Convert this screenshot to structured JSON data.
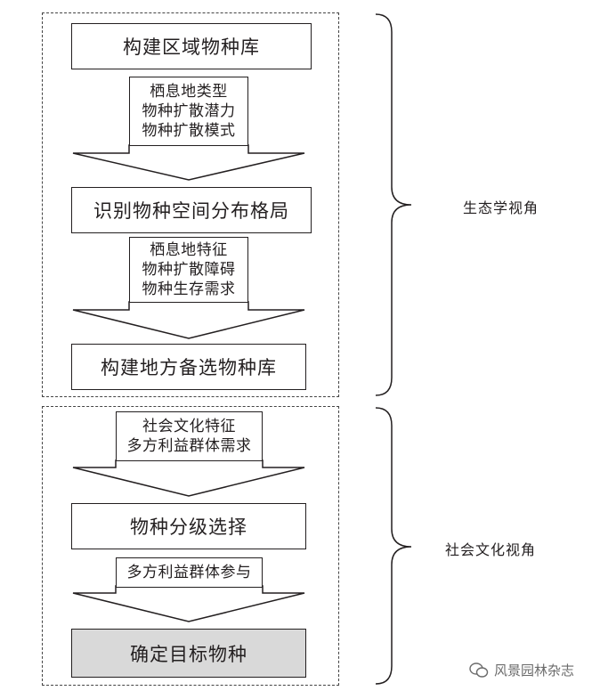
{
  "steps": {
    "build_regional_pool": "构建区域物种库",
    "identify_pattern": "识别物种空间分布格局",
    "build_local_pool": "构建地方备选物种库",
    "grade_selection": "物种分级选择",
    "determine_target": "确定目标物种"
  },
  "factors": {
    "group1": [
      "栖息地类型",
      "物种扩散潜力",
      "物种扩散模式"
    ],
    "group2": [
      "栖息地特征",
      "物种扩散障碍",
      "物种生存需求"
    ],
    "group3": [
      "社会文化特征",
      "多方利益群体需求"
    ],
    "group4": [
      "多方利益群体参与"
    ]
  },
  "perspectives": {
    "ecological": "生态学视角",
    "sociocultural": "社会文化视角"
  },
  "watermark": "风景园林杂志",
  "colors": {
    "line": "#231f20",
    "highlight": "#d9d9d9"
  }
}
